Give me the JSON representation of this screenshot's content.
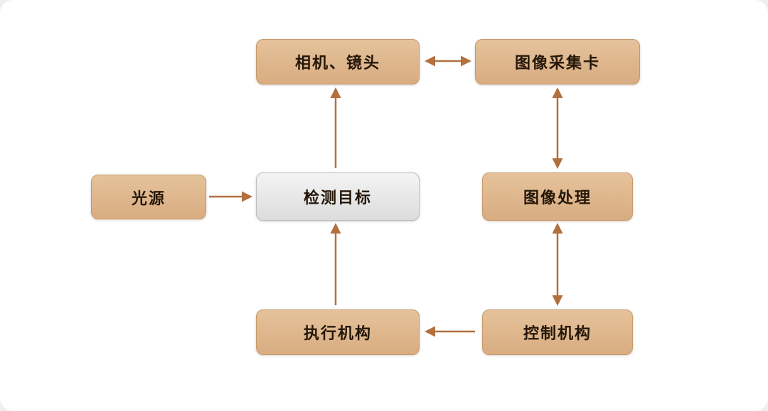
{
  "nodes": {
    "camera_lens": {
      "label": "相机、镜头"
    },
    "capture_card": {
      "label": "图像采集卡"
    },
    "light_source": {
      "label": "光源"
    },
    "detection_target": {
      "label": "检测目标"
    },
    "image_processing": {
      "label": "图像处理"
    },
    "actuator": {
      "label": "执行机构"
    },
    "control_mechanism": {
      "label": "控制机构"
    }
  },
  "edges": [
    {
      "from": "camera_lens",
      "to": "capture_card",
      "arrows": "both"
    },
    {
      "from": "capture_card",
      "to": "image_processing",
      "arrows": "both"
    },
    {
      "from": "image_processing",
      "to": "control_mechanism",
      "arrows": "both"
    },
    {
      "from": "control_mechanism",
      "to": "actuator",
      "arrows": "to"
    },
    {
      "from": "actuator",
      "to": "detection_target",
      "arrows": "to"
    },
    {
      "from": "detection_target",
      "to": "camera_lens",
      "arrows": "to"
    },
    {
      "from": "light_source",
      "to": "detection_target",
      "arrows": "to"
    }
  ],
  "colors": {
    "node_fill_top": "#e5c29b",
    "node_fill": "#d9ac81",
    "node_border": "#c69a6b",
    "target_fill_top": "#f4f4f4",
    "target_fill": "#dcdcdc",
    "target_border": "#bdbdbd",
    "arrow": "#b2703f",
    "text": "#241709"
  }
}
